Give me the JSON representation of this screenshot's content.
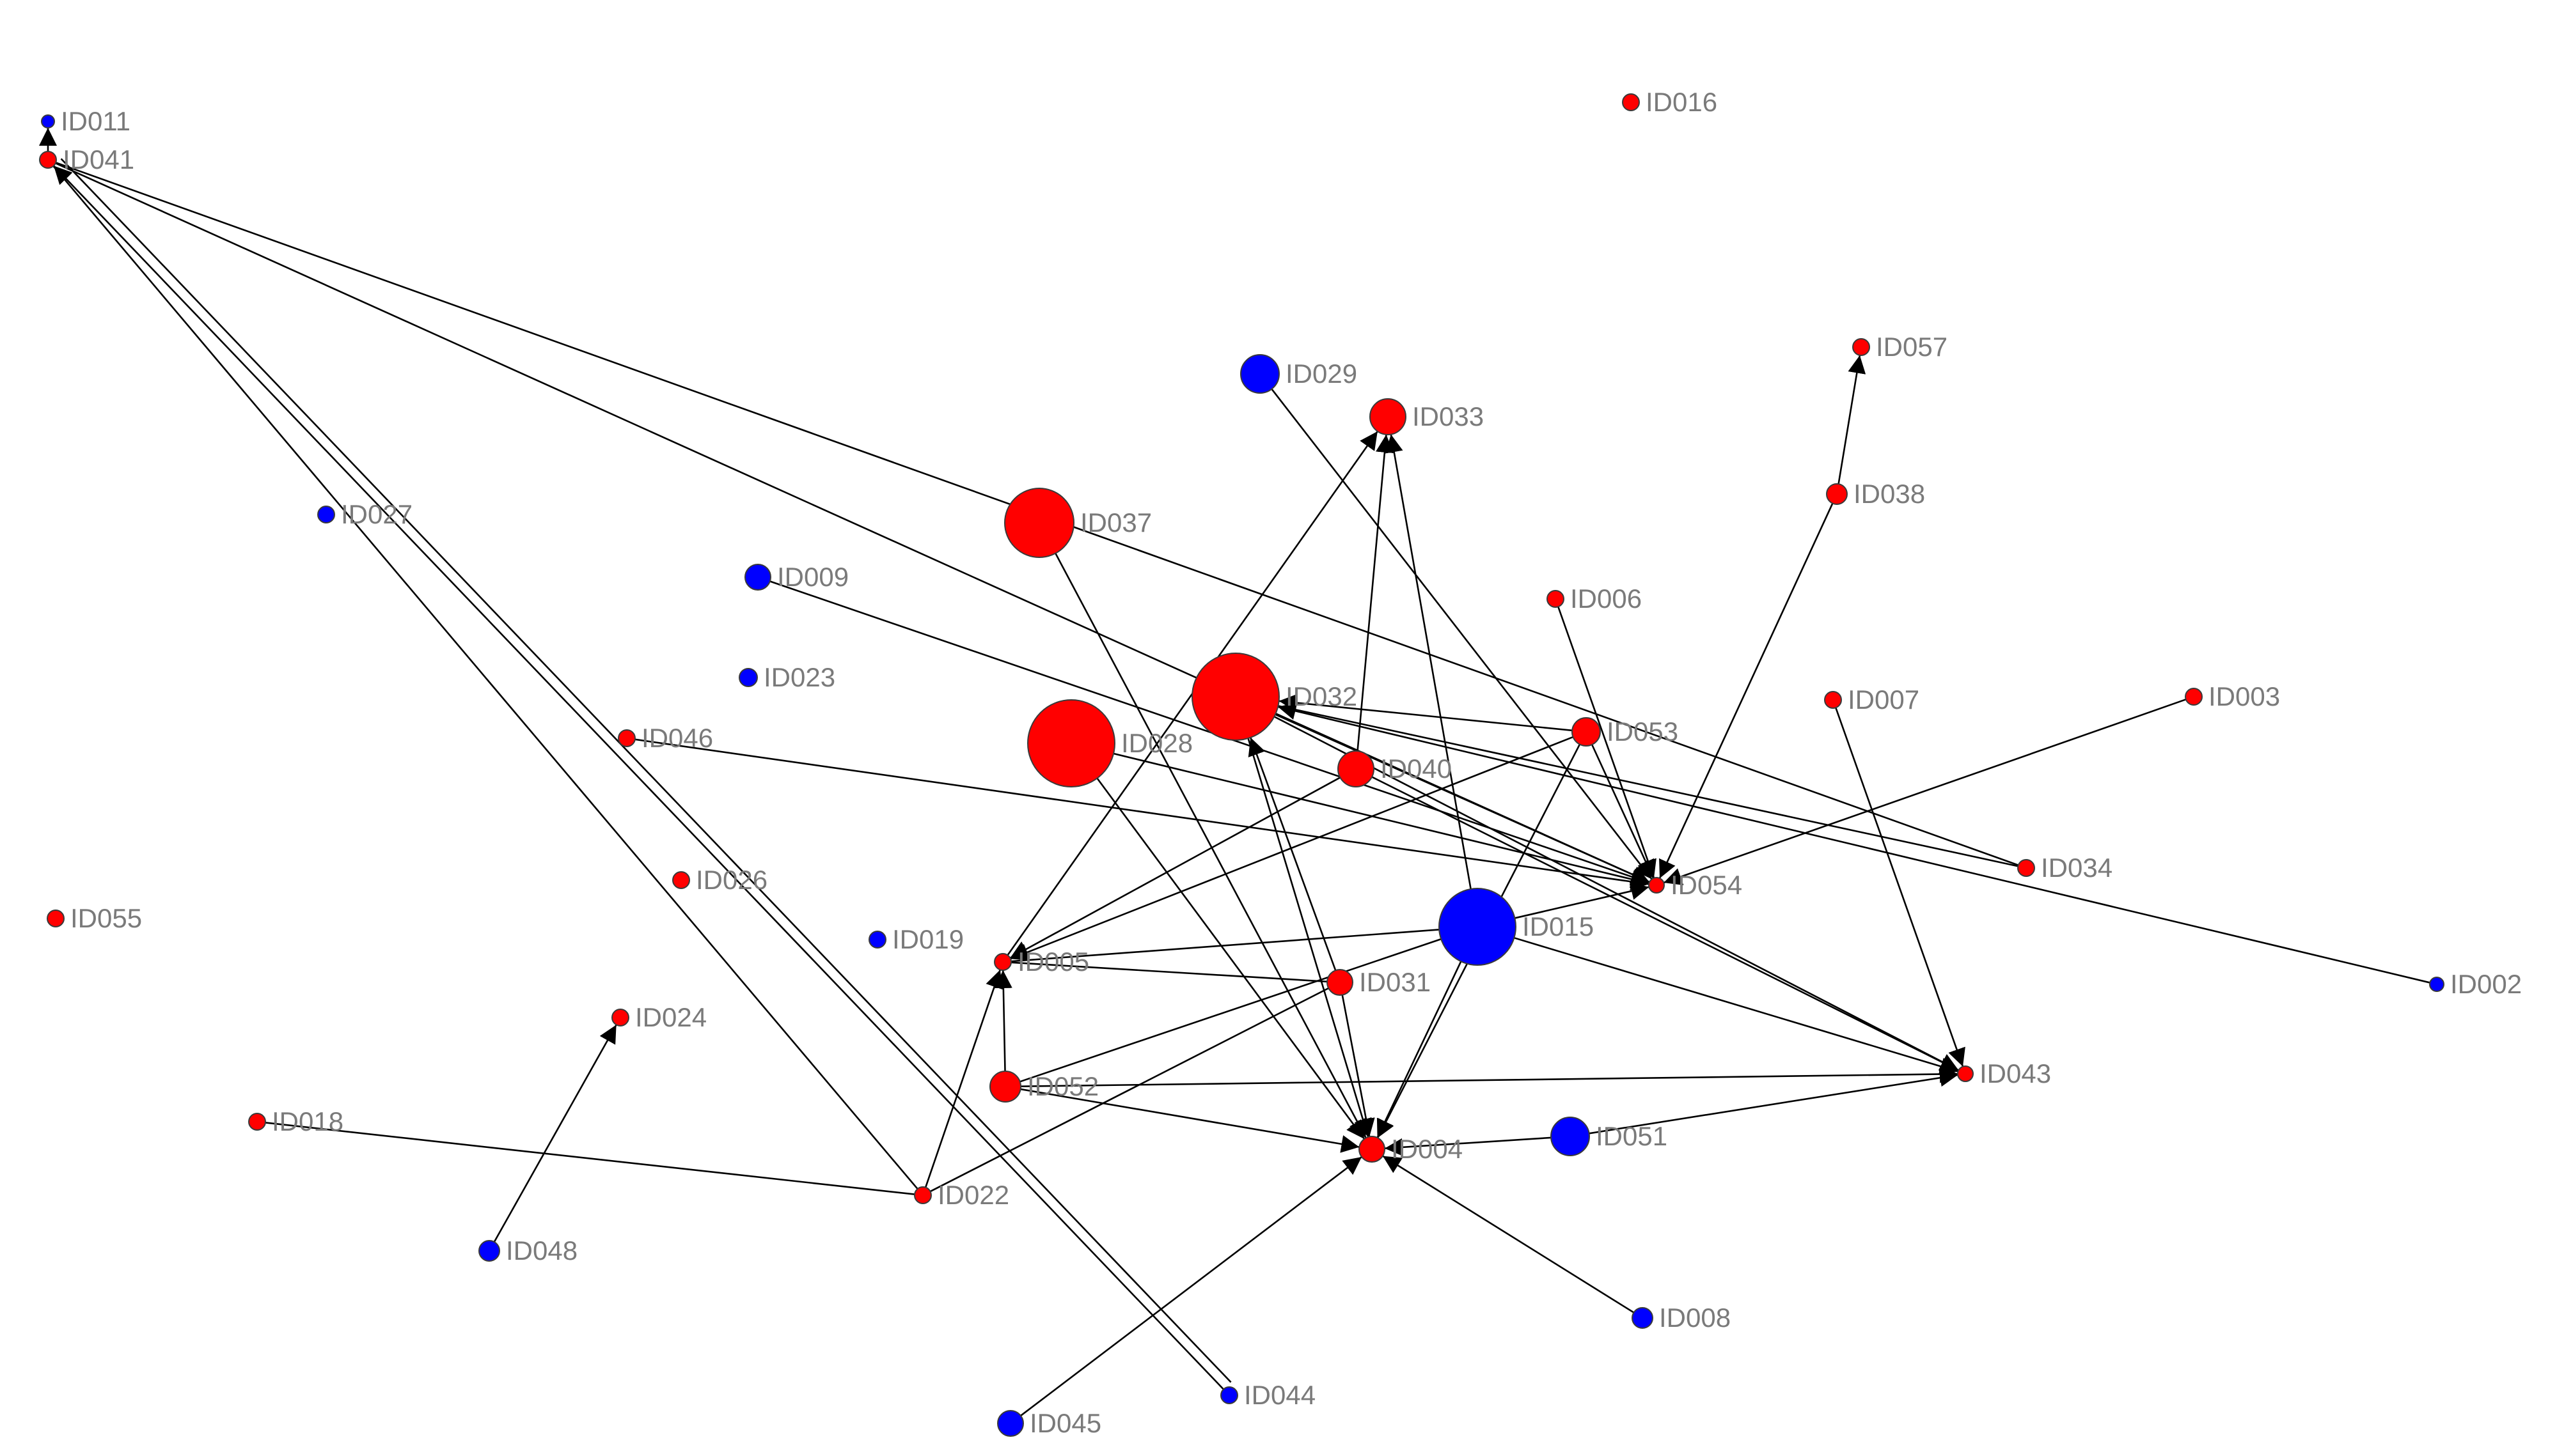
{
  "colors": {
    "red": "#ff0000",
    "blue": "#0000ff",
    "edge": "#000000",
    "label": "#7a7a7a",
    "background": "#ffffff"
  },
  "graph": {
    "directed": true,
    "node_size_meaning": "relative size as drawn (unitless)",
    "nodes": [
      {
        "id": "ID011",
        "group": "blue",
        "size": 1
      },
      {
        "id": "ID041",
        "group": "red",
        "size": 1
      },
      {
        "id": "ID016",
        "group": "red",
        "size": 1
      },
      {
        "id": "ID029",
        "group": "blue",
        "size": 2
      },
      {
        "id": "ID033",
        "group": "red",
        "size": 2
      },
      {
        "id": "ID057",
        "group": "red",
        "size": 1
      },
      {
        "id": "ID027",
        "group": "blue",
        "size": 1
      },
      {
        "id": "ID037",
        "group": "red",
        "size": 4
      },
      {
        "id": "ID038",
        "group": "red",
        "size": 1
      },
      {
        "id": "ID009",
        "group": "blue",
        "size": 1.4
      },
      {
        "id": "ID006",
        "group": "red",
        "size": 1
      },
      {
        "id": "ID023",
        "group": "blue",
        "size": 1
      },
      {
        "id": "ID032",
        "group": "red",
        "size": 5
      },
      {
        "id": "ID007",
        "group": "red",
        "size": 1
      },
      {
        "id": "ID003",
        "group": "red",
        "size": 1
      },
      {
        "id": "ID028",
        "group": "red",
        "size": 5
      },
      {
        "id": "ID046",
        "group": "red",
        "size": 1
      },
      {
        "id": "ID053",
        "group": "red",
        "size": 1.6
      },
      {
        "id": "ID040",
        "group": "red",
        "size": 1.6
      },
      {
        "id": "ID034",
        "group": "red",
        "size": 1
      },
      {
        "id": "ID026",
        "group": "red",
        "size": 1
      },
      {
        "id": "ID015",
        "group": "blue",
        "size": 4.5
      },
      {
        "id": "ID054",
        "group": "red",
        "size": 1
      },
      {
        "id": "ID055",
        "group": "red",
        "size": 1
      },
      {
        "id": "ID019",
        "group": "blue",
        "size": 1
      },
      {
        "id": "ID005",
        "group": "red",
        "size": 1
      },
      {
        "id": "ID031",
        "group": "red",
        "size": 1.5
      },
      {
        "id": "ID002",
        "group": "blue",
        "size": 1
      },
      {
        "id": "ID024",
        "group": "red",
        "size": 1
      },
      {
        "id": "ID052",
        "group": "red",
        "size": 1.7
      },
      {
        "id": "ID043",
        "group": "red",
        "size": 1
      },
      {
        "id": "ID018",
        "group": "red",
        "size": 1
      },
      {
        "id": "ID051",
        "group": "blue",
        "size": 2
      },
      {
        "id": "ID004",
        "group": "red",
        "size": 1.5
      },
      {
        "id": "ID022",
        "group": "red",
        "size": 1
      },
      {
        "id": "ID048",
        "group": "blue",
        "size": 1.2
      },
      {
        "id": "ID008",
        "group": "blue",
        "size": 1.2
      },
      {
        "id": "ID044",
        "group": "blue",
        "size": 1
      },
      {
        "id": "ID045",
        "group": "blue",
        "size": 1.5
      }
    ],
    "edges": [
      {
        "from": "ID041",
        "to": "ID011",
        "arrow": true
      },
      {
        "from": "ID041",
        "to": "ID034",
        "arrow": false
      },
      {
        "from": "ID041",
        "to": "ID054",
        "arrow": false
      },
      {
        "from": "ID044",
        "to": "ID041",
        "arrow": true
      },
      {
        "from": "ID044",
        "to": "ID041",
        "arrow": false
      },
      {
        "from": "ID022",
        "to": "ID041",
        "arrow": false
      },
      {
        "from": "ID038",
        "to": "ID057",
        "arrow": true
      },
      {
        "from": "ID038",
        "to": "ID054",
        "arrow": true
      },
      {
        "from": "ID029",
        "to": "ID054",
        "arrow": true
      },
      {
        "from": "ID037",
        "to": "ID004",
        "arrow": true
      },
      {
        "from": "ID009",
        "to": "ID054",
        "arrow": true
      },
      {
        "from": "ID006",
        "to": "ID054",
        "arrow": true
      },
      {
        "from": "ID028",
        "to": "ID054",
        "arrow": true
      },
      {
        "from": "ID028",
        "to": "ID004",
        "arrow": true
      },
      {
        "from": "ID046",
        "to": "ID054",
        "arrow": true
      },
      {
        "from": "ID003",
        "to": "ID054",
        "arrow": true
      },
      {
        "from": "ID007",
        "to": "ID043",
        "arrow": true
      },
      {
        "from": "ID002",
        "to": "ID032",
        "arrow": true
      },
      {
        "from": "ID034",
        "to": "ID032",
        "arrow": false
      },
      {
        "from": "ID053",
        "to": "ID032",
        "arrow": true
      },
      {
        "from": "ID053",
        "to": "ID054",
        "arrow": true
      },
      {
        "from": "ID053",
        "to": "ID005",
        "arrow": true
      },
      {
        "from": "ID053",
        "to": "ID004",
        "arrow": true
      },
      {
        "from": "ID040",
        "to": "ID043",
        "arrow": true
      },
      {
        "from": "ID040",
        "to": "ID033",
        "arrow": true
      },
      {
        "from": "ID040",
        "to": "ID005",
        "arrow": true
      },
      {
        "from": "ID031",
        "to": "ID032",
        "arrow": true
      },
      {
        "from": "ID031",
        "to": "ID004",
        "arrow": true
      },
      {
        "from": "ID032",
        "to": "ID004",
        "arrow": true
      },
      {
        "from": "ID032",
        "to": "ID054",
        "arrow": true
      },
      {
        "from": "ID032",
        "to": "ID043",
        "arrow": true
      },
      {
        "from": "ID005",
        "to": "ID033",
        "arrow": true
      },
      {
        "from": "ID005",
        "to": "ID031",
        "arrow": false
      },
      {
        "from": "ID005",
        "to": "ID015",
        "arrow": false
      },
      {
        "from": "ID015",
        "to": "ID033",
        "arrow": true
      },
      {
        "from": "ID015",
        "to": "ID054",
        "arrow": true
      },
      {
        "from": "ID015",
        "to": "ID043",
        "arrow": true
      },
      {
        "from": "ID015",
        "to": "ID004",
        "arrow": true
      },
      {
        "from": "ID052",
        "to": "ID005",
        "arrow": true
      },
      {
        "from": "ID052",
        "to": "ID043",
        "arrow": true
      },
      {
        "from": "ID052",
        "to": "ID004",
        "arrow": true
      },
      {
        "from": "ID052",
        "to": "ID015",
        "arrow": false
      },
      {
        "from": "ID022",
        "to": "ID005",
        "arrow": true
      },
      {
        "from": "ID022",
        "to": "ID031",
        "arrow": false
      },
      {
        "from": "ID018",
        "to": "ID022",
        "arrow": false
      },
      {
        "from": "ID048",
        "to": "ID024",
        "arrow": true
      },
      {
        "from": "ID051",
        "to": "ID043",
        "arrow": true
      },
      {
        "from": "ID051",
        "to": "ID004",
        "arrow": true
      },
      {
        "from": "ID008",
        "to": "ID004",
        "arrow": true
      },
      {
        "from": "ID045",
        "to": "ID004",
        "arrow": true
      }
    ]
  }
}
